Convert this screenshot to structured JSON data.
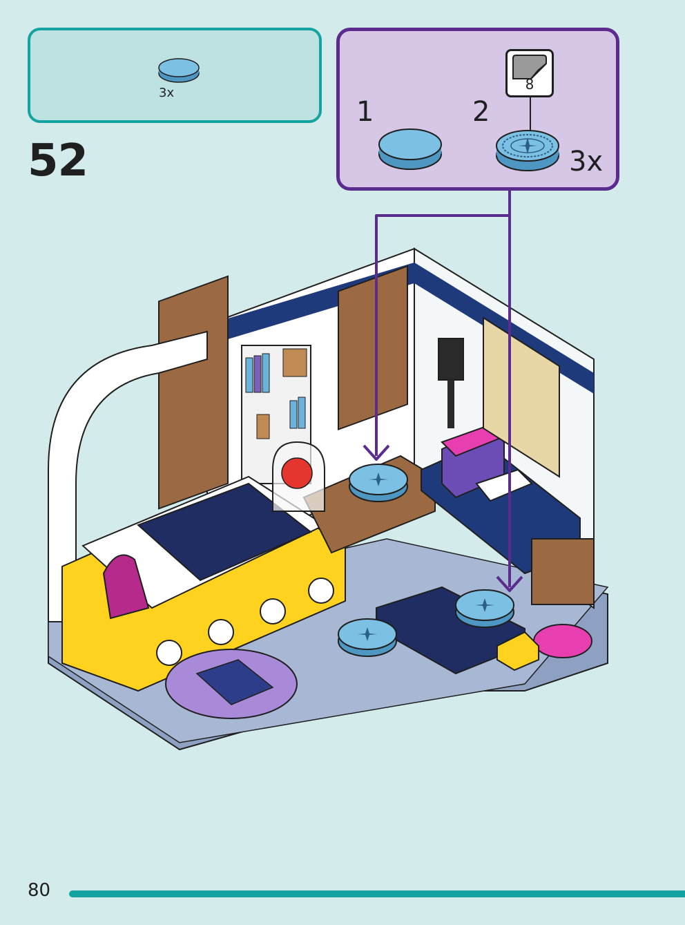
{
  "step": {
    "number": "52",
    "parts_needed": {
      "quantity": "3x",
      "part_icon": "round-tile-2x2-medium-azure"
    }
  },
  "sub_assembly": {
    "step1_label": "1",
    "step2_label": "2",
    "quantity": "3x",
    "sticker_number": "8"
  },
  "page": {
    "number": "80"
  },
  "colors": {
    "page_bg": "#d3ebea",
    "parts_border": "#14a3a0",
    "sub_border": "#5b2b8e",
    "arrow": "#5b2b8e",
    "tile_azure": "#6db3d8"
  }
}
